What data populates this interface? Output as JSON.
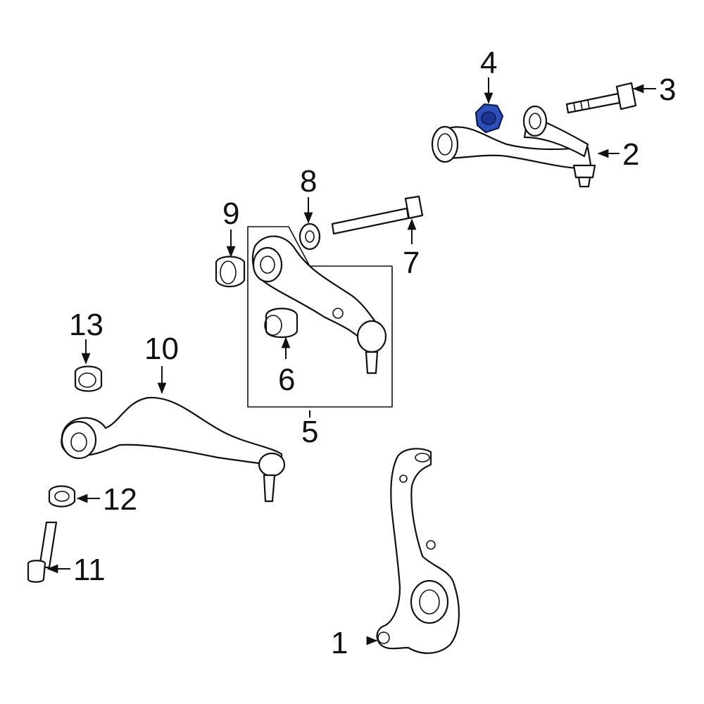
{
  "callouts": {
    "c1": "1",
    "c2": "2",
    "c3": "3",
    "c4": "4",
    "c5": "5",
    "c6": "6",
    "c7": "7",
    "c8": "8",
    "c9": "9",
    "c10": "10",
    "c11": "11",
    "c12": "12",
    "c13": "13"
  },
  "colors": {
    "highlight": "#2f4fb8",
    "line": "#111111",
    "background": "#ffffff"
  },
  "highlighted_part": "4"
}
